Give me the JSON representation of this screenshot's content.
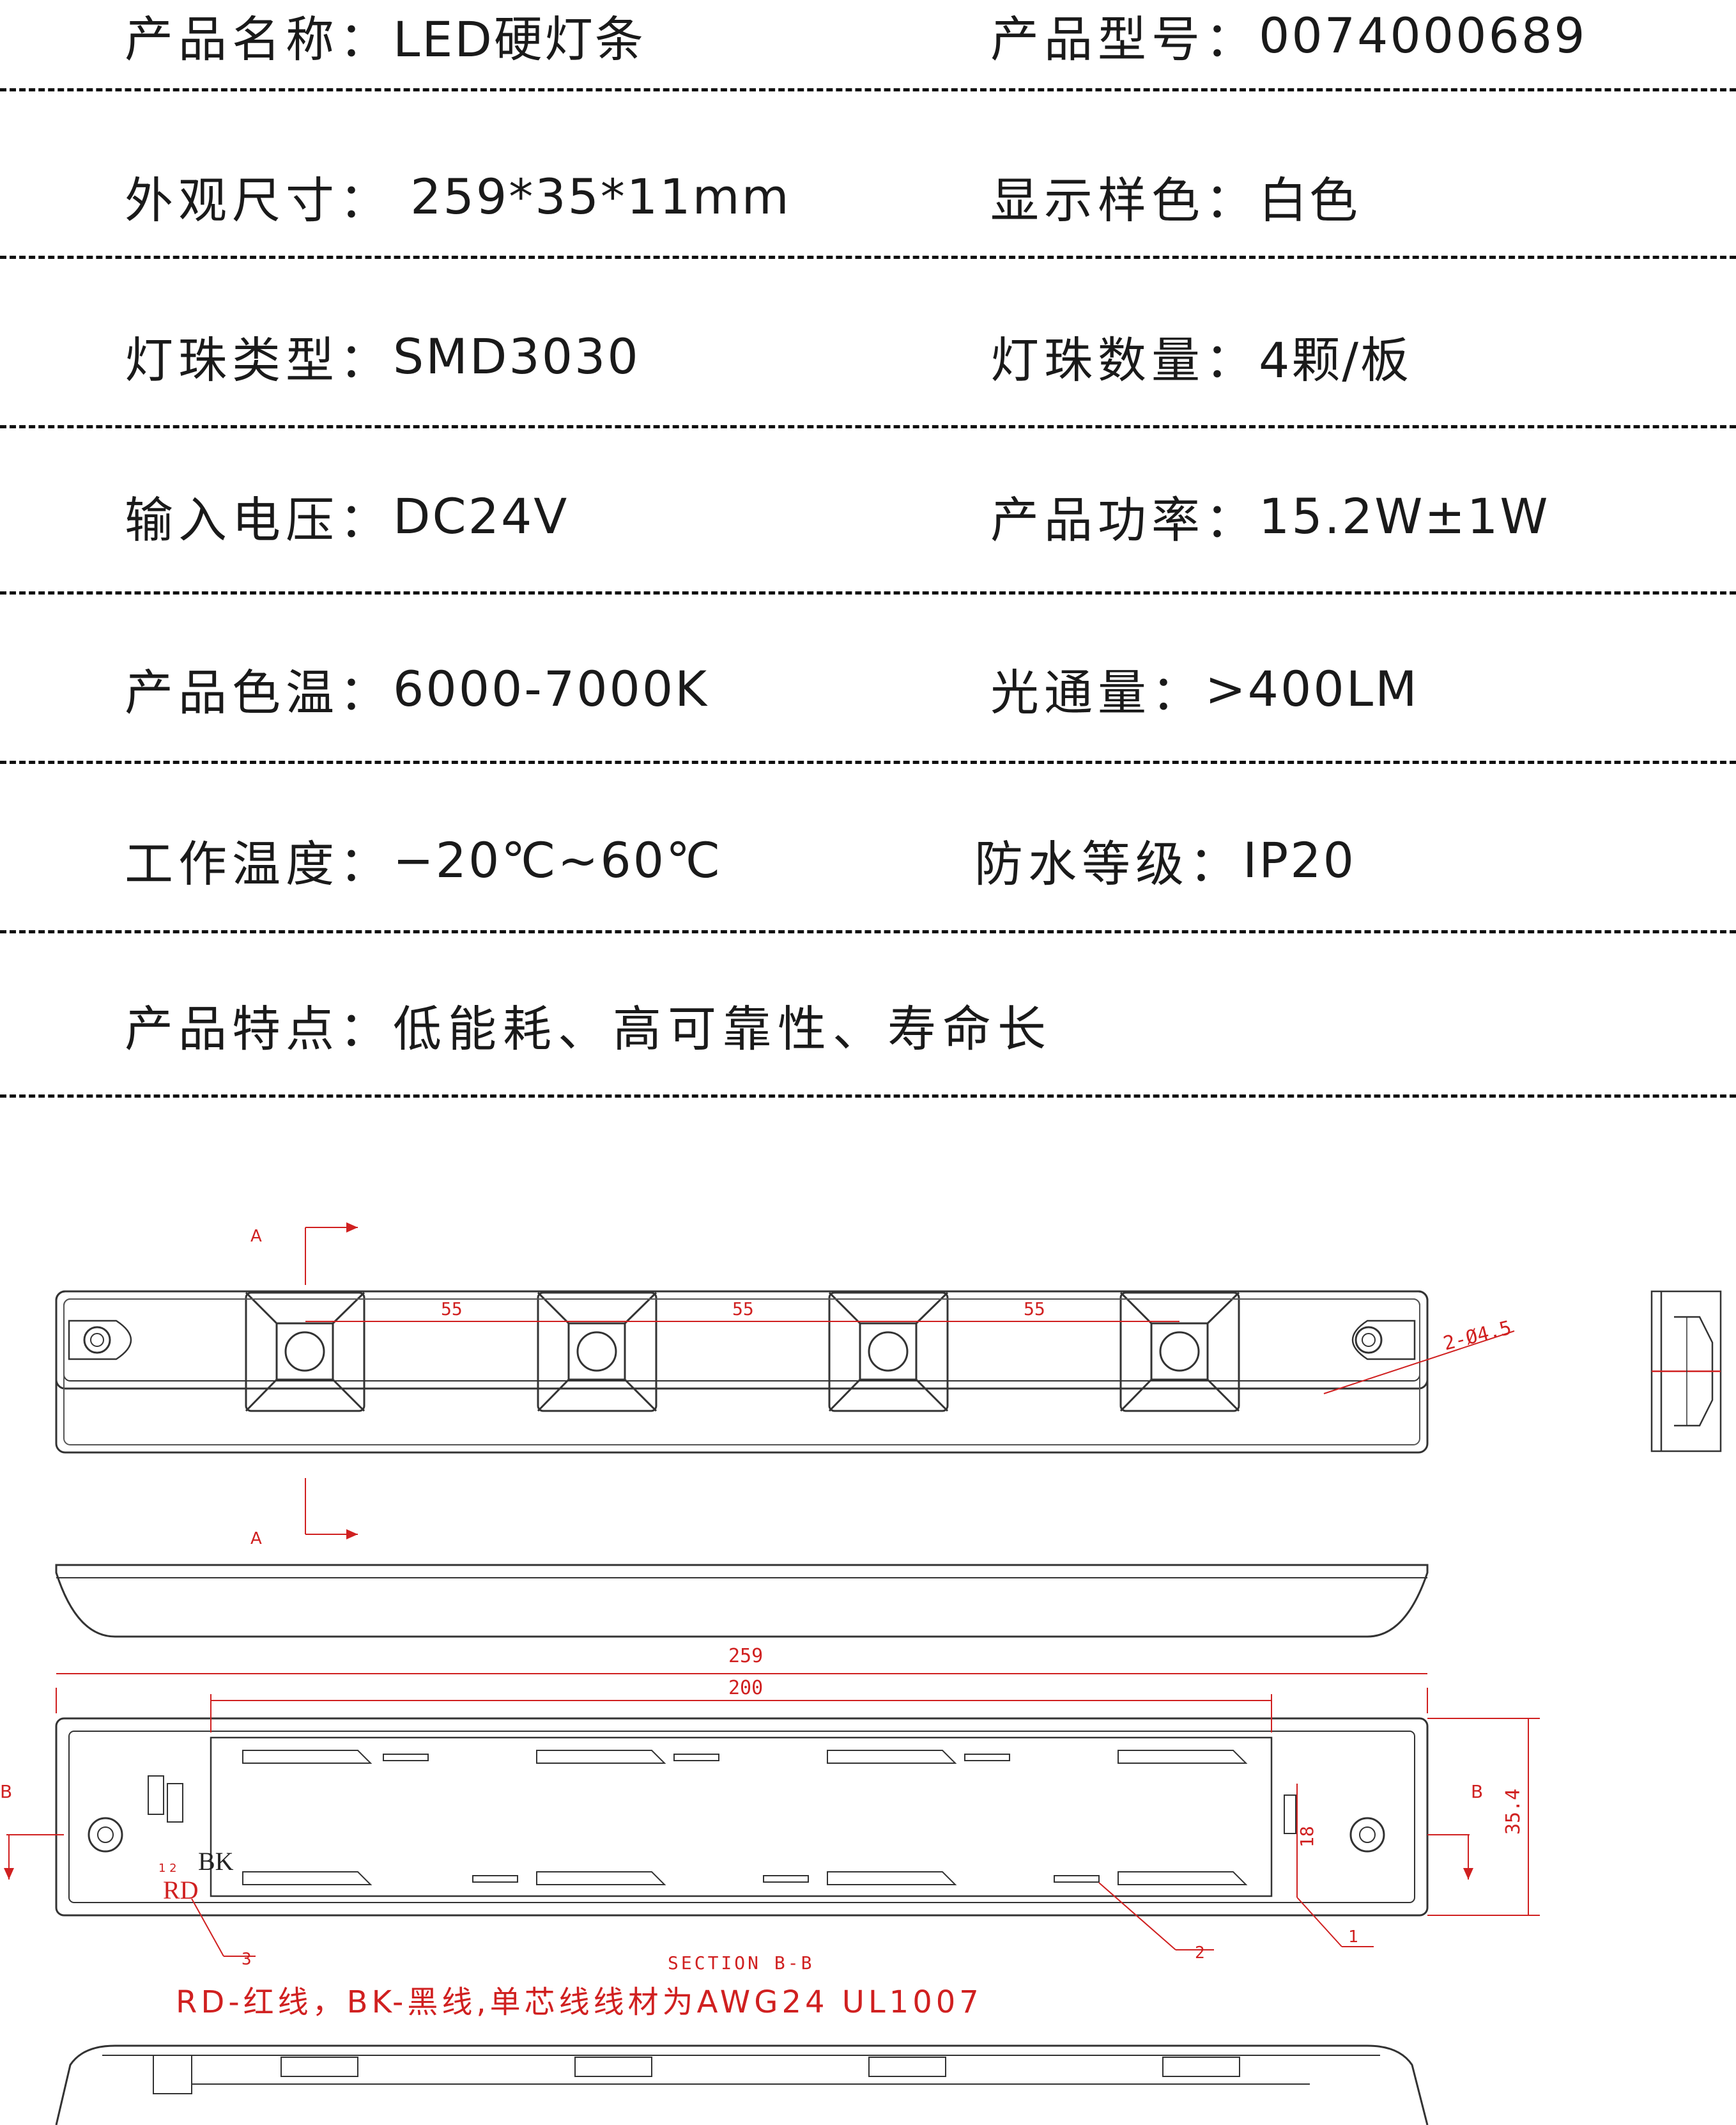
{
  "specs": [
    {
      "left_label": "产品名称：",
      "left_value": "LED硬灯条",
      "right_label": "产品型号：",
      "right_value": "0074000689"
    },
    {
      "left_label": "外观尺寸：",
      "left_value": " 259*35*11mm",
      "right_label": "显示样色：",
      "right_value": "白色"
    },
    {
      "left_label": "灯珠类型：",
      "left_value": "SMD3030",
      "right_label": "灯珠数量：",
      "right_value": "4颗/板"
    },
    {
      "left_label": "输入电压：",
      "left_value": "DC24V",
      "right_label": "产品功率：",
      "right_value": "15.2W±1W"
    },
    {
      "left_label": "产品色温：",
      "left_value": "6000-7000K",
      "right_label": "光通量：",
      "right_value": ">400LM"
    },
    {
      "left_label": "工作温度：",
      "left_value": "−20℃~60℃",
      "right_label": "防水等级：",
      "right_value": "IP20"
    },
    {
      "left_label": "产品特点：",
      "left_value": "低能耗、高可靠性、寿命长",
      "right_label": "",
      "right_value": ""
    }
  ],
  "drawing": {
    "section_a": "A",
    "section_b": "B",
    "pitch_dims": [
      "55",
      "55",
      "55"
    ],
    "hole_note": "2-Ø4.5",
    "overall_length": "259",
    "pcb_length": "200",
    "pcb_width": "18",
    "overall_width": "35.4",
    "wire_bk": "BK",
    "wire_rd": "RD",
    "pin_marks": "1 2",
    "part_callouts": [
      "1",
      "2",
      "3"
    ],
    "section_title": "SECTION B-B",
    "wire_note": "RD-红线，BK-黑线,单芯线线材为AWG24 UL1007",
    "colors": {
      "line": "#333333",
      "dimension": "#d02020",
      "text": "#1a1a1a"
    }
  }
}
